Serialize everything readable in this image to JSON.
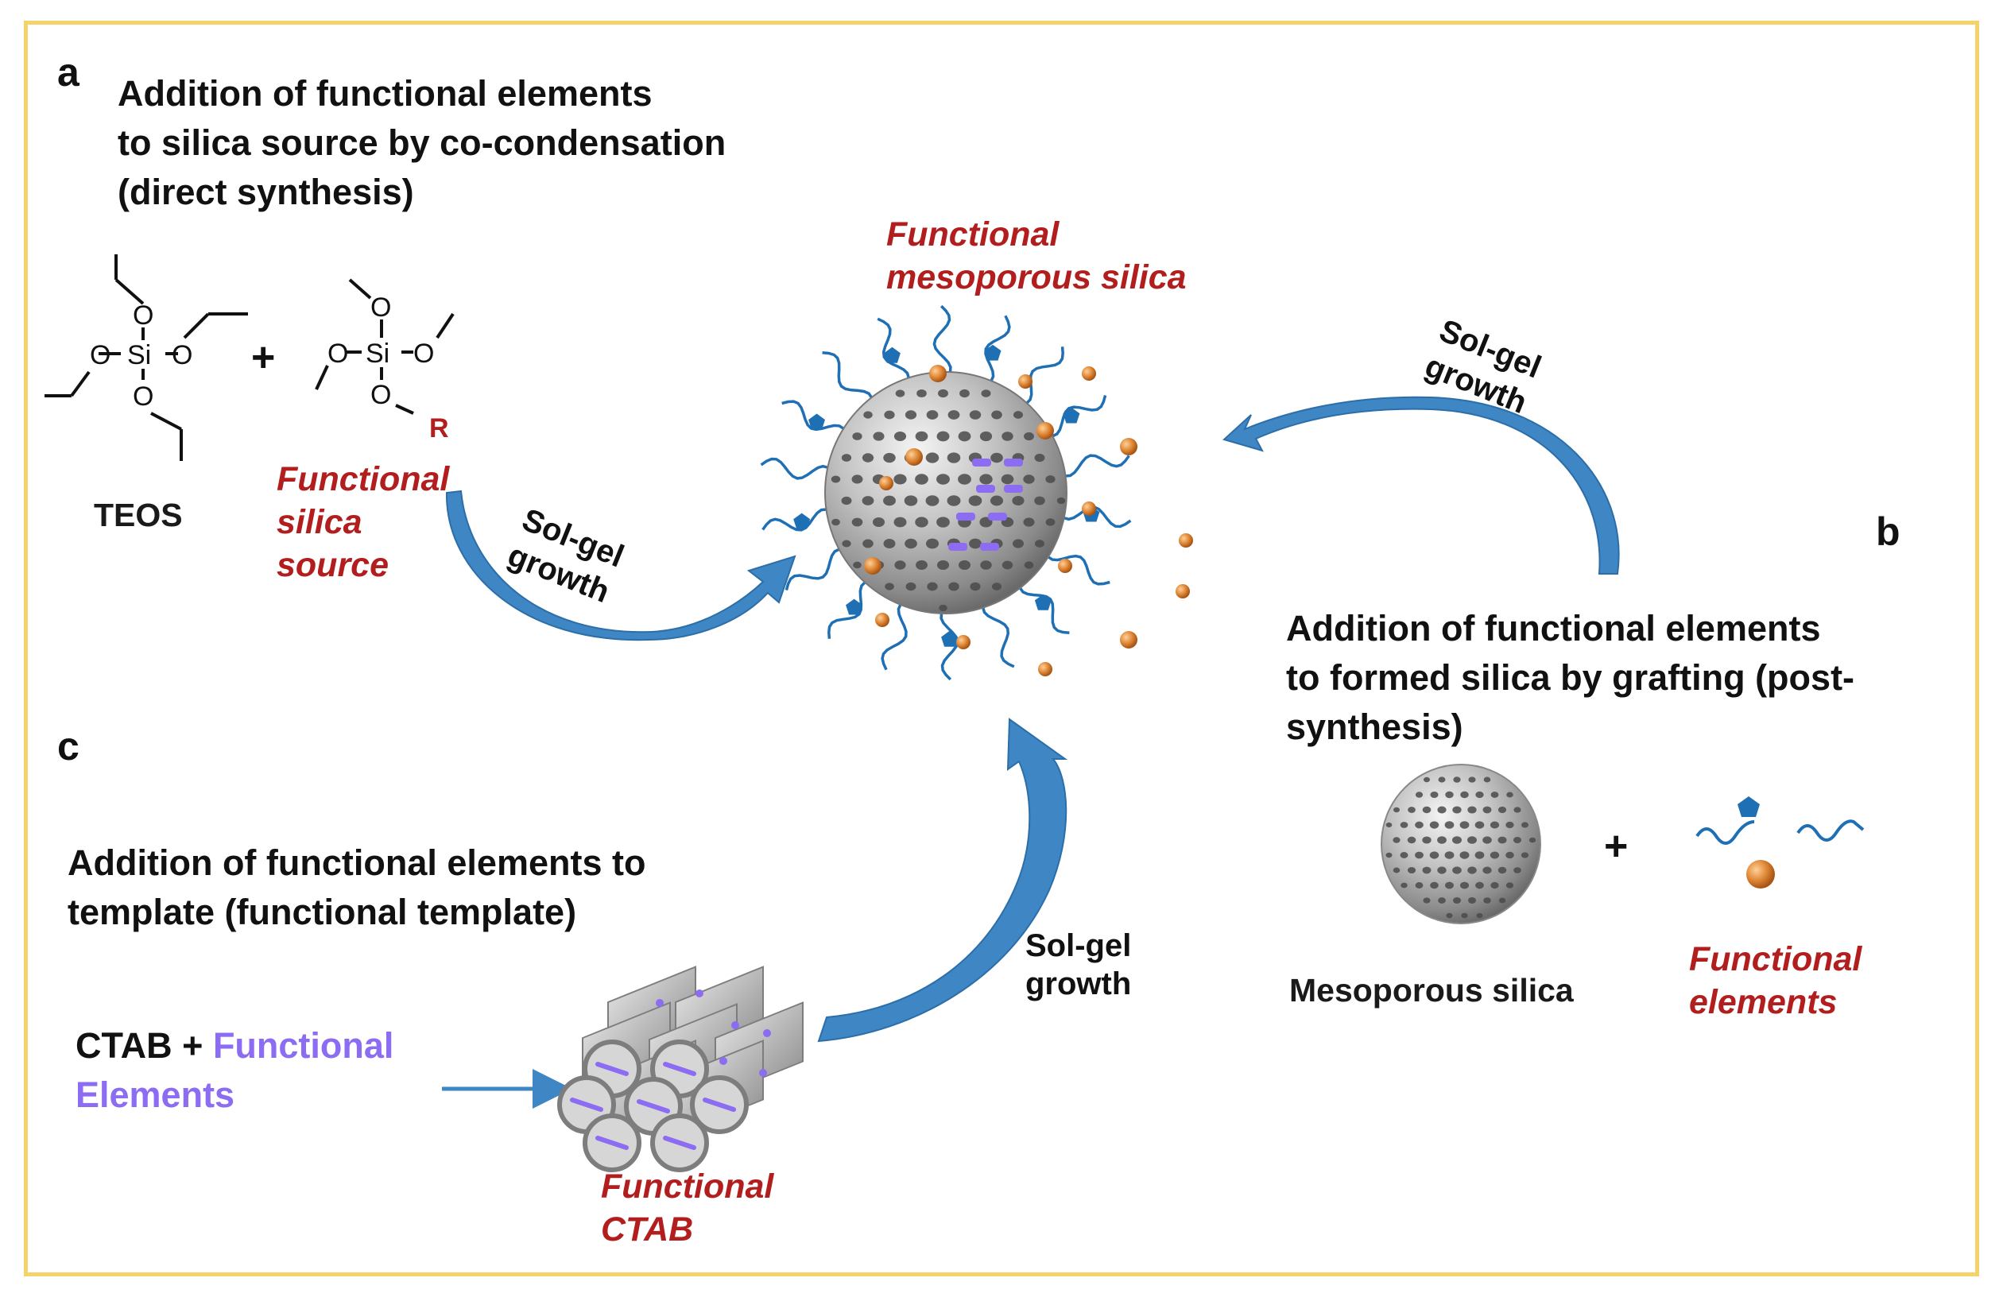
{
  "panels": {
    "a": {
      "letter": "a",
      "heading": [
        "Addition of functional elements",
        "to silica source by co-condensation",
        "(direct synthesis)"
      ],
      "teos_label": "TEOS",
      "plus": "+",
      "functional_source": [
        "Functional",
        "silica",
        "source"
      ],
      "arrow_label": [
        "Sol-gel",
        "growth"
      ],
      "chem": {
        "o": "O",
        "si": "Si",
        "r": "R"
      }
    },
    "b": {
      "letter": "b",
      "heading": [
        "Addition of functional elements",
        "to formed silica by grafting (post-",
        "synthesis)"
      ],
      "arrow_label": [
        "Sol-gel",
        "growth"
      ],
      "mesoporous_label": "Mesoporous silica",
      "plus": "+",
      "functional_elements": [
        "Functional",
        "elements"
      ]
    },
    "c": {
      "letter": "c",
      "heading": [
        "Addition of functional elements to",
        "template (functional template)"
      ],
      "ctab_prefix": "CTAB + ",
      "ctab_functional": "Functional",
      "ctab_elements": "Elements",
      "functional_ctab": [
        "Functional",
        "CTAB"
      ],
      "arrow_label": [
        "Sol-gel",
        "growth"
      ]
    }
  },
  "center": {
    "title": [
      "Functional",
      "mesoporous silica"
    ]
  },
  "colors": {
    "border": "#f6d36a",
    "arrow_blue": "#3f86c4",
    "chain_blue": "#1f6fb4",
    "orange": "#d9782a",
    "purple": "#8c6cf2",
    "dark_red": "#b21e1e"
  }
}
